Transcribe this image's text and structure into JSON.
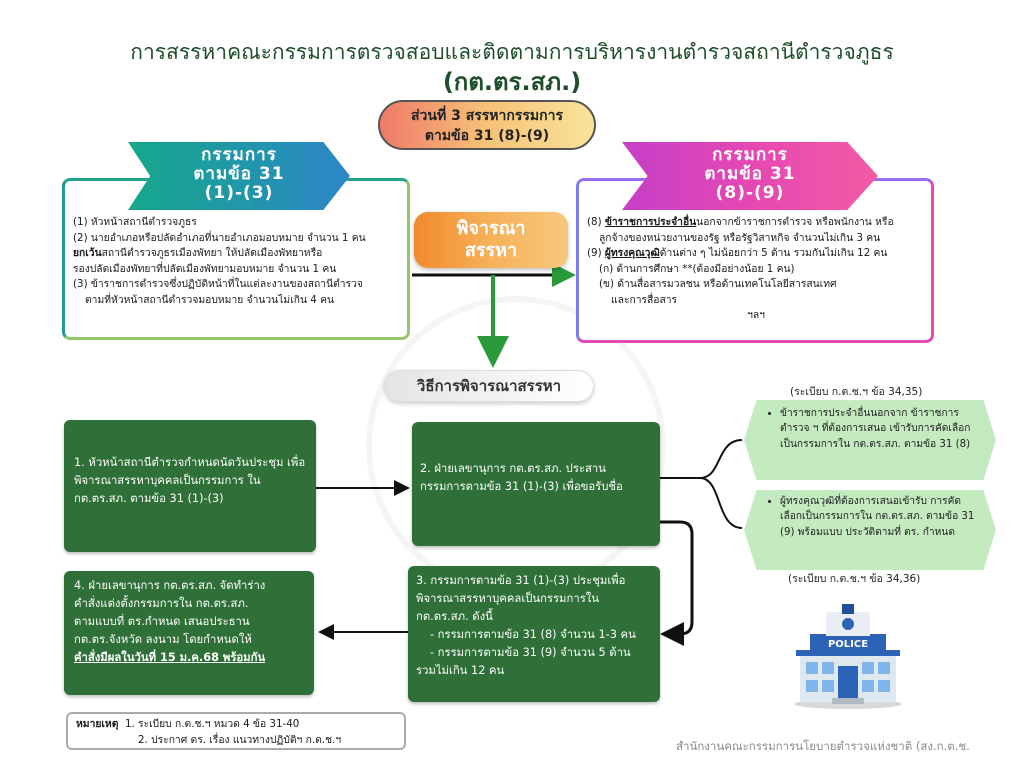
{
  "title": {
    "line1": "การสรรหาคณะกรรมการตรวจสอบและติดตามการบริหารงานตำรวจสถานีตำรวจภูธร",
    "line2": "(กต.ตร.สภ.)"
  },
  "part": {
    "line1": "ส่วนที่ 3 สรรหากรรมการ",
    "line2": "ตามข้อ 31 (8)-(9)"
  },
  "banner_left": {
    "line1": "กรรมการ",
    "line2": "ตามข้อ 31",
    "line3": "(1)-(3)"
  },
  "banner_right": {
    "line1": "กรรมการ",
    "line2": "ตามข้อ 31",
    "line3": "(8)-(9)"
  },
  "left_box": {
    "item1": "(1) หัวหน้าสถานีตำรวจภูธร",
    "item2": "(2) นายอำเภอหรือปลัดอำเภอที่นายอำเภอมอบหมาย จำนวน 1 คน",
    "item2b_bold": "ยกเว้น",
    "item2b": "สถานีตำรวจภูธรเมืองพัทยา ให้ปลัดเมืองพัทยาหรือ",
    "item2c": "รองปลัดเมืองพัทยาที่ปลัดเมืองพัทยามอบหมาย จำนวน 1 คน",
    "item3": "(3) ข้าราชการตำรวจซึ่งปฏิบัติหน้าที่ในแต่ละงานของสถานีตำรวจ",
    "item3b": "ตามที่หัวหน้าสถานีตำรวจมอบหมาย จำนวนไม่เกิน 4 คน"
  },
  "right_box": {
    "item8_prefix": "(8) ",
    "item8_bold": "ข้าราชการประจำอื่น",
    "item8": "นอกจากข้าราชการตำรวจ หรือพนักงาน หรือ",
    "item8b": "ลูกจ้างของหน่วยงานของรัฐ หรือรัฐวิสาหกิจ จำนวนไม่เกิน 3 คน",
    "item9_prefix": "(9) ",
    "item9_bold": "ผู้ทรงคุณวุฒิ",
    "item9": "ด้านต่าง ๆ ไม่น้อยกว่า 5 ด้าน รวมกันไม่เกิน 12 คน",
    "item9a": "(ก) ด้านการศึกษา **(ต้องมีอย่างน้อย 1 คน)",
    "item9b": "(ข) ด้านสื่อสารมวลชน หรือด้านเทคโนโลยีสารสนเทศ",
    "item9b2": "และการสื่อสาร",
    "etc": "ฯลฯ"
  },
  "consider": {
    "line1": "พิจารณา",
    "line2": "สรรหา"
  },
  "method": "วิธีการพิจารณาสรรหา",
  "step1": "1. หัวหน้าสถานีตำรวจกำหนดนัดวันประชุม เพื่อพิจารณาสรรหาบุคคลเป็นกรรมการ ใน กต.ตร.สภ. ตามข้อ 31 (1)-(3)",
  "step2": "2. ฝ่ายเลขานุการ กต.ตร.สภ. ประสาน กรรมการตามข้อ 31 (1)-(3) เพื่อขอรับชื่อ",
  "step3": {
    "line1": "3. กรรมการตามข้อ 31 (1)-(3) ประชุมเพื่อ",
    "line2": "พิจารณาสรรหาบุคคลเป็นกรรมการใน",
    "line3": "กต.ตร.สภ. ดังนี้",
    "line4": "- กรรมการตามข้อ 31 (8) จำนวน 1-3 คน",
    "line5": "- กรรมการตามข้อ 31 (9) จำนวน 5 ด้าน",
    "line6": "รวมไม่เกิน 12 คน"
  },
  "step4": {
    "line1": "4. ฝ่ายเลขานุการ กต.ตร.สภ. จัดทำร่าง",
    "line2": "คำสั่งแต่งตั้งกรรมการใน กต.ตร.สภ.",
    "line3": "ตามแบบที่ ตร.กำหนด เสนอประธาน",
    "line4": "กต.ตร.จังหวัด ลงนาม โดยกำหนดให้",
    "line5": "คำสั่งมีผลในวันที่ 15 ม.ค.68 พร้อมกัน"
  },
  "hex1": "ข้าราชการประจำอื่นนอกจาก ข้าราชการตำรวจ ฯ ที่ต้องการเสนอ เข้ารับการคัดเลือกเป็นกรรมการใน กต.ตร.สภ. ตามข้อ 31 (8)",
  "hex2": "ผู้ทรงคุณวุฒิที่ต้องการเสนอเข้ารับ การคัดเลือกเป็นกรรมการใน กต.ตร.สภ. ตามข้อ 31 (9) พร้อมแบบ ประวัติตามที่ ตร. กำหนด",
  "reg1": "(ระเบียบ ก.ต.ช.ฯ ข้อ 34,35)",
  "reg2": "(ระเบียบ ก.ต.ช.ฯ ข้อ 34,36)",
  "note": {
    "label": "หมายเหตุ",
    "line1": "1. ระเบียบ ก.ต.ช.ฯ หมวด 4 ข้อ 31-40",
    "line2": "2. ประกาศ ตร. เรื่อง แนวทางปฏิบัติฯ ก.ต.ช.ฯ"
  },
  "police_sign": "POLICE",
  "footer": "สำนักงานคณะกรรมการนโยบายตำรวจแห่งชาติ (สง.ก.ต.ช.",
  "colors": {
    "green_box": "#2f6f38",
    "hex_green": "#c4ebc0",
    "title": "#1d4f2a"
  },
  "icons": [
    "police-station-icon",
    "arrow-icon"
  ]
}
